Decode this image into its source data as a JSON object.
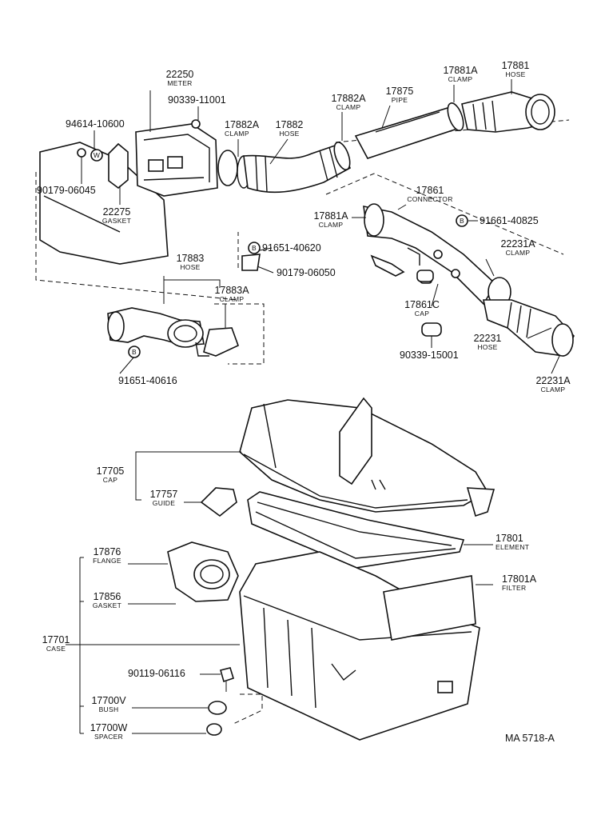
{
  "parts": [
    {
      "id": "p22250",
      "number": "22250",
      "name": "METER"
    },
    {
      "id": "p90339_11001",
      "number": "90339-11001",
      "name": ""
    },
    {
      "id": "p94614_10600",
      "number": "94614-10600",
      "name": ""
    },
    {
      "id": "p90179_06045",
      "number": "90179-06045",
      "name": ""
    },
    {
      "id": "p22275",
      "number": "22275",
      "name": "GASKET"
    },
    {
      "id": "p17882A_a",
      "number": "17882A",
      "name": "CLAMP"
    },
    {
      "id": "p17882",
      "number": "17882",
      "name": "HOSE"
    },
    {
      "id": "p17882A_b",
      "number": "17882A",
      "name": "CLAMP"
    },
    {
      "id": "p17875",
      "number": "17875",
      "name": "PIPE"
    },
    {
      "id": "p17881A_a",
      "number": "17881A",
      "name": "CLAMP"
    },
    {
      "id": "p17881",
      "number": "17881",
      "name": "HOSE"
    },
    {
      "id": "p17861",
      "number": "17861",
      "name": "CONNECTOR"
    },
    {
      "id": "p17881A_b",
      "number": "17881A",
      "name": "CLAMP"
    },
    {
      "id": "p91661_40825",
      "number": "91661-40825",
      "name": ""
    },
    {
      "id": "p22231A_a",
      "number": "22231A",
      "name": "CLAMP"
    },
    {
      "id": "p91651_40620",
      "number": "91651-40620",
      "name": ""
    },
    {
      "id": "p90179_06050",
      "number": "90179-06050",
      "name": ""
    },
    {
      "id": "p17883",
      "number": "17883",
      "name": "HOSE"
    },
    {
      "id": "p17883A",
      "number": "17883A",
      "name": "CLAMP"
    },
    {
      "id": "p17861C",
      "number": "17861C",
      "name": "CAP"
    },
    {
      "id": "p22231",
      "number": "22231",
      "name": "HOSE"
    },
    {
      "id": "p90339_15001",
      "number": "90339-15001",
      "name": ""
    },
    {
      "id": "p91651_40616",
      "number": "91651-40616",
      "name": ""
    },
    {
      "id": "p22231A_b",
      "number": "22231A",
      "name": "CLAMP"
    },
    {
      "id": "p17705",
      "number": "17705",
      "name": "CAP"
    },
    {
      "id": "p17757",
      "number": "17757",
      "name": "GUIDE"
    },
    {
      "id": "p17801",
      "number": "17801",
      "name": "ELEMENT"
    },
    {
      "id": "p17876",
      "number": "17876",
      "name": "FLANGE"
    },
    {
      "id": "p17801A",
      "number": "17801A",
      "name": "FILTER"
    },
    {
      "id": "p17856",
      "number": "17856",
      "name": "GASKET"
    },
    {
      "id": "p17701",
      "number": "17701",
      "name": "CASE"
    },
    {
      "id": "p90119_06116",
      "number": "90119-06116",
      "name": ""
    },
    {
      "id": "p17700V",
      "number": "17700V",
      "name": "BUSH"
    },
    {
      "id": "p17700W",
      "number": "17700W",
      "name": "SPACER"
    }
  ],
  "bolt_marker": "B",
  "washer_marker": "W",
  "diagram_code": "MA  5718-A"
}
